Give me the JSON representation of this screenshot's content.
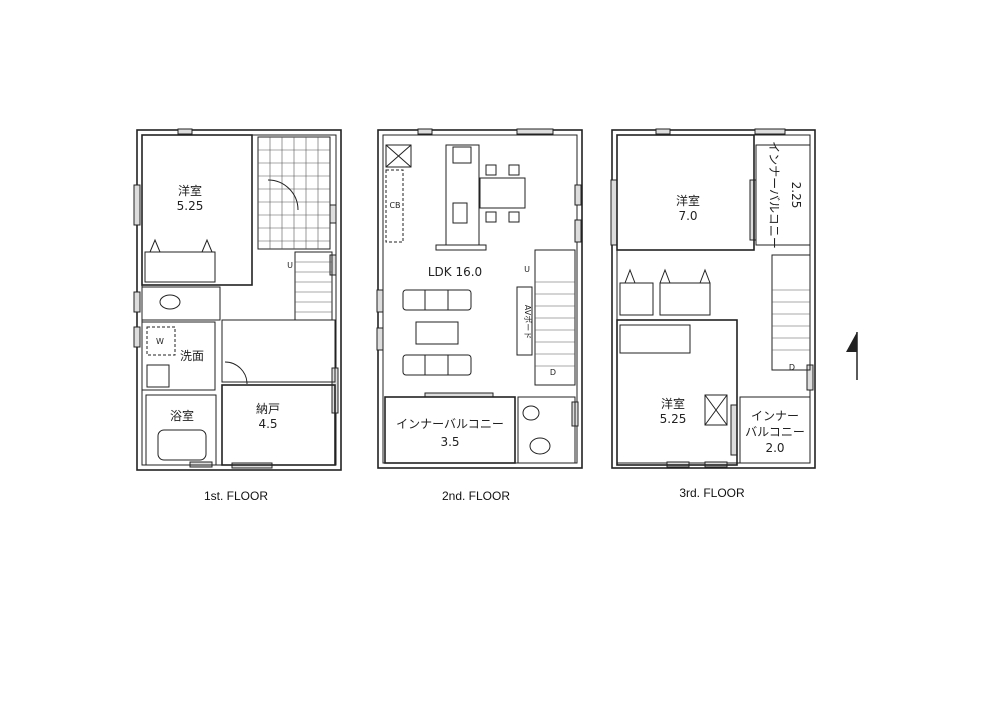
{
  "floors": [
    {
      "caption": "1st. FLOOR",
      "rooms": [
        {
          "name": "洋室",
          "size": "5.25"
        },
        {
          "name": "洗面"
        },
        {
          "name": "浴室"
        },
        {
          "name": "納戸",
          "size": "4.5"
        }
      ],
      "marks": {
        "washer": "W",
        "up": "U"
      }
    },
    {
      "caption": "2nd. FLOOR",
      "rooms": [
        {
          "name": "LDK 16.0"
        },
        {
          "name": "インナーバルコニー",
          "size": "3.5"
        }
      ],
      "marks": {
        "av_board": "AVボード",
        "up": "U",
        "down": "D",
        "cb": "CB"
      }
    },
    {
      "caption": "3rd. FLOOR",
      "rooms": [
        {
          "name": "洋室",
          "size": "7.0"
        },
        {
          "name": "インナーバルコニー",
          "size": "2.25"
        },
        {
          "name": "洋室",
          "size": "5.25"
        },
        {
          "name": "インナー",
          "name2": "バルコニー",
          "size": "2.0"
        }
      ],
      "marks": {
        "down": "D"
      }
    }
  ],
  "north_arrow": "north-arrow-icon"
}
